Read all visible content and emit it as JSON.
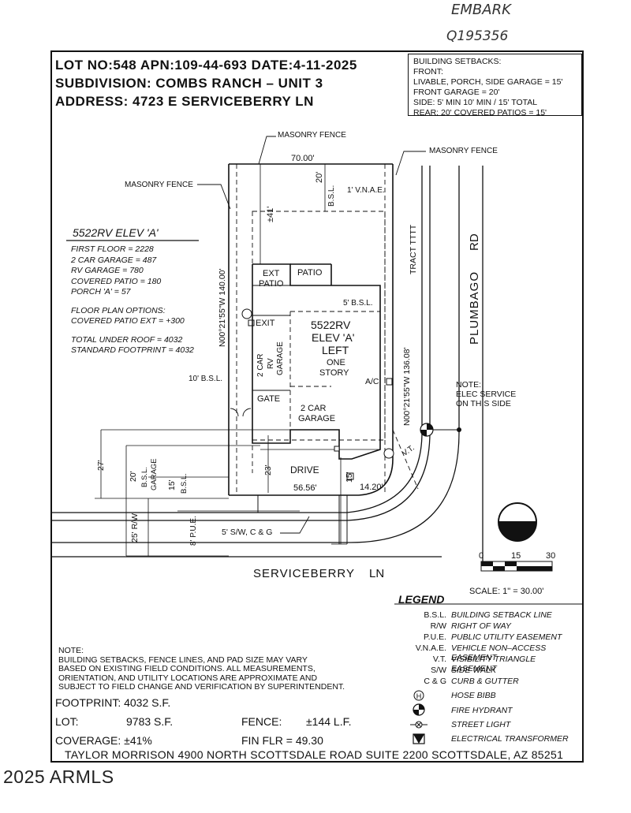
{
  "handwritten": {
    "line1": "EMBARK",
    "line2": "Q195356"
  },
  "header": {
    "lot_line": "LOT NO:548  APN:109-44-693  DATE:4-11-2025",
    "subdivision": "SUBDIVISION: COMBS RANCH – UNIT 3",
    "address": "ADDRESS: 4723 E SERVICEBERRY LN"
  },
  "setbacks": {
    "title": "BUILDING SETBACKS:",
    "front": "FRONT:",
    "line1": "LIVABLE, PORCH, SIDE GARAGE = 15'",
    "line2": "FRONT GARAGE = 20'",
    "line3": "SIDE: 5' MIN 10' MIN / 15' TOTAL",
    "line4": "REAR: 20' COVERED PATIOS = 15'"
  },
  "plan": {
    "title": "5522RV ELEV 'A'",
    "first_floor": "FIRST FLOOR = 2228",
    "garage2": "2 CAR GARAGE = 487",
    "rv_garage": "RV GARAGE = 780",
    "covered_patio": "COVERED PATIO = 180",
    "porch": "PORCH 'A' = 57",
    "options_title": "FLOOR PLAN OPTIONS:",
    "patio_ext": "COVERED PATIO EXT = +300",
    "total_roof": "TOTAL UNDER ROOF = 4032",
    "std_footprint": "STANDARD FOOTPRINT = 4032"
  },
  "drawing": {
    "masonry_fence_top": "MASONRY FENCE",
    "masonry_fence_left": "MASONRY FENCE",
    "masonry_fence_right": "MASONRY FENCE",
    "dim_70": "70.00'",
    "dim_20_rear": "20'",
    "bsl_rear": "B.S.L.",
    "vnae": "1' V.N.A.E.",
    "dim_41": "±41'",
    "west_line": "N00°21'55\"W  140.00'",
    "east_line": "N00°21'55\"W  136.08'",
    "tract": "TRACT TTTT",
    "road": "PLUMBAGO",
    "road_rd": "RD",
    "ext_patio_1": "EXT",
    "ext_patio_2": "PATIO",
    "patio": "PATIO",
    "bsl_5": "5' B.S.L.",
    "bsl_10": "10' B.S.L.",
    "exit": "EXIT",
    "house_1": "5522RV",
    "house_2": "ELEV 'A'",
    "house_3": "LEFT",
    "house_4": "ONE",
    "house_5": "STORY",
    "ac": "A/C",
    "rv_1": "2 CAR",
    "rv_2": "RV",
    "rv_3": "GARAGE",
    "gate": "GATE",
    "garage_1": "2 CAR",
    "garage_2": "GARAGE",
    "elec_note_1": "NOTE:",
    "elec_note_2": "ELEC SERVICE",
    "elec_note_3": "ON THIS SIDE",
    "drive": "DRIVE",
    "dim_56": "56.56'",
    "dim_14": "14.20'",
    "vt": "V.T.",
    "dim_27": "27'",
    "dim_20_front": "20'",
    "bsl_garage_1": "B.S.L.",
    "bsl_garage_2": "GARAGE",
    "dim_15_left": "15'",
    "bsl_left": "B.S.L.",
    "dim_23": "23'",
    "dim_15_right": "15'",
    "pue": "8' P.U.E.",
    "rw": "25' R/W",
    "sw_cg": "5' S/W, C & G",
    "street": "SERVICEBERRY",
    "street_ln": "LN",
    "scale_0": "0",
    "scale_15": "15",
    "scale_30": "30",
    "scale_text": "SCALE: 1\" = 30.00'"
  },
  "legend": {
    "title": "LEGEND",
    "items": [
      {
        "abbr": "B.S.L.",
        "def": "BUILDING SETBACK LINE"
      },
      {
        "abbr": "R/W",
        "def": "RIGHT OF WAY"
      },
      {
        "abbr": "P.U.E.",
        "def": "PUBLIC UTILITY EASEMENT"
      },
      {
        "abbr": "V.N.A.E.",
        "def": "VEHICLE NON–ACCESS EASEMENT"
      },
      {
        "abbr": "V.T.",
        "def": "VISIBILITY TRIANGLE EASEMENT"
      },
      {
        "abbr": "S/W",
        "def": "SIDE WALK"
      },
      {
        "abbr": "C & G",
        "def": "CURB & GUTTER"
      },
      {
        "abbr": "H",
        "def": "HOSE BIBB"
      },
      {
        "abbr": "",
        "def": "FIRE HYDRANT"
      },
      {
        "abbr": "",
        "def": "STREET LIGHT"
      },
      {
        "abbr": "",
        "def": "ELECTRICAL TRANSFORMER"
      }
    ]
  },
  "note": {
    "title": "NOTE:",
    "l1": "BUILDING SETBACKS, FENCE LINES, AND PAD SIZE MAY VARY",
    "l2": "BASED ON EXISTING FIELD CONDITIONS.  ALL MEASUREMENTS,",
    "l3": "ORIENTATION, AND UTILITY LOCATIONS ARE APPROXIMATE AND",
    "l4": "SUBJECT TO FIELD CHANGE AND VERIFICATION BY SUPERINTENDENT."
  },
  "figures": {
    "footprint": "FOOTPRINT: 4032 S.F.",
    "lot_label": "LOT:",
    "lot_value": "9783 S.F.",
    "fence_label": "FENCE:",
    "fence_value": "±144 L.F.",
    "coverage": "COVERAGE: ±41%",
    "fin_flr": "FIN FLR =  49.30"
  },
  "footer": "TAYLOR MORRISON 4900 NORTH SCOTTSDALE ROAD SUITE 2200 SCOTTSDALE, AZ  85251",
  "watermark": "2025 ARMLS"
}
